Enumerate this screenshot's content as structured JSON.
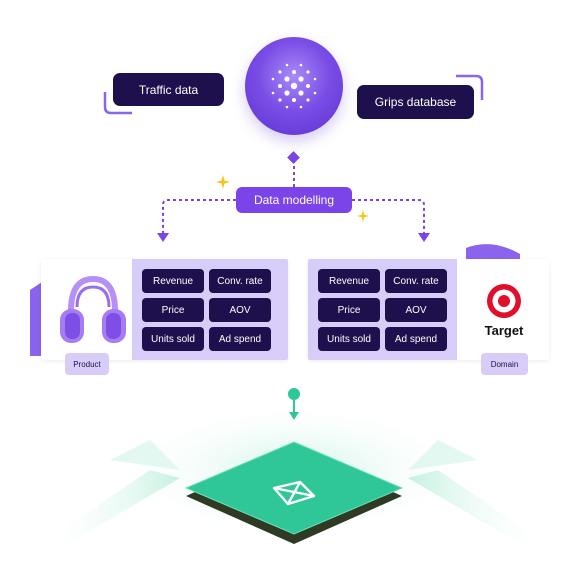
{
  "nodes": {
    "traffic": "Traffic data",
    "grips": "Grips database",
    "modelling": "Data modelling"
  },
  "product_card": {
    "metrics": [
      "Revenue",
      "Conv. rate",
      "Price",
      "AOV",
      "Units sold",
      "Ad spend"
    ],
    "tag": "Product"
  },
  "domain_card": {
    "metrics": [
      "Revenue",
      "Conv. rate",
      "Price",
      "AOV",
      "Units sold",
      "Ad spend"
    ],
    "brand": "Target",
    "tag": "Domain"
  },
  "colors": {
    "dark": "#1e0f4d",
    "accent": "#7a44e8",
    "light": "#d8cdf9",
    "green": "#2fc798",
    "sparkle": "#f5c518"
  },
  "icons": [
    "hub-logo-icon",
    "headphones-icon",
    "target-logo-icon",
    "platform-logo-icon",
    "sparkle-icon"
  ]
}
